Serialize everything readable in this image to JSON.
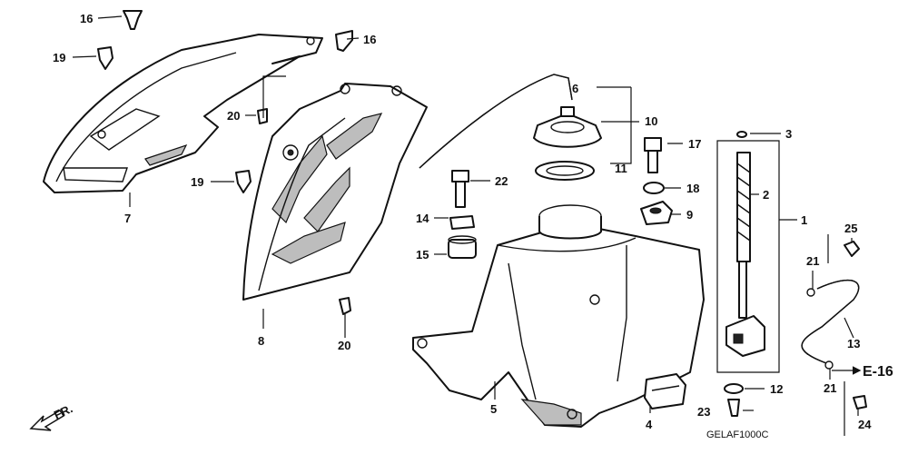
{
  "callouts": {
    "c1": "1",
    "c2": "2",
    "c3": "3",
    "c4": "4",
    "c5": "5",
    "c6": "6",
    "c7": "7",
    "c8": "8",
    "c9": "9",
    "c10": "10",
    "c11": "11",
    "c12": "12",
    "c13": "13",
    "c14": "14",
    "c15": "15",
    "c16a": "16",
    "c16b": "16",
    "c17": "17",
    "c18": "18",
    "c19a": "19",
    "c19b": "19",
    "c20a": "20",
    "c20b": "20",
    "c21a": "21",
    "c21b": "21",
    "c22": "22",
    "c23": "23",
    "c24": "24",
    "c25": "25"
  },
  "reference_tag": "E-16",
  "front_marker": "FR.",
  "drawing_code": "GELAF1000C"
}
